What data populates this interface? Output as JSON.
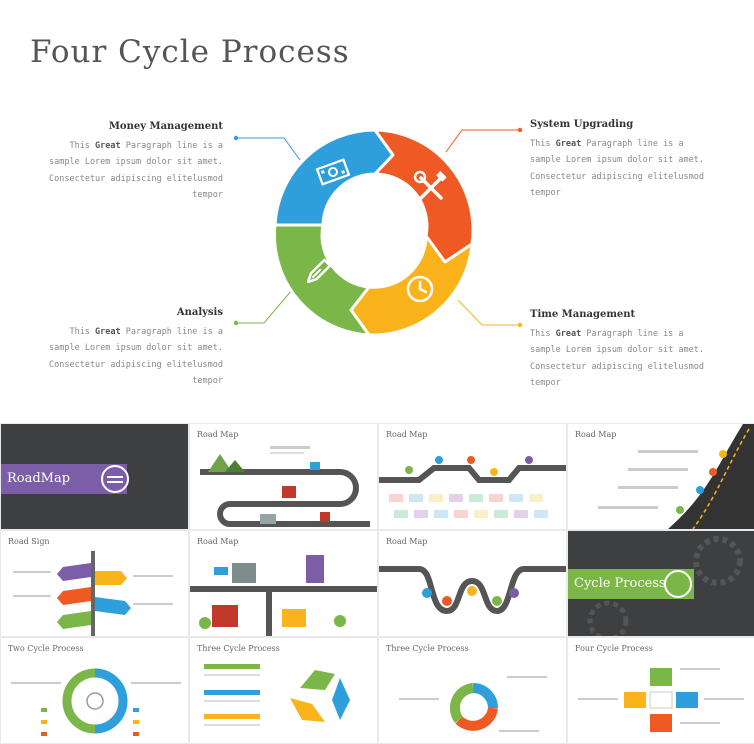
{
  "slide": {
    "title": "Four Cycle Process",
    "items": [
      {
        "heading": "Money Management",
        "body_pre": "This ",
        "body_bold": "Great",
        "body_post": " Paragraph line is a sample Lorem ipsum dolor sit amet. Consectetur adipiscing elitelusmod tempor",
        "color": "#2e9fdb",
        "icon": "money-icon"
      },
      {
        "heading": "System Upgrading",
        "body_pre": "This ",
        "body_bold": "Great",
        "body_post": " Paragraph line is a sample Lorem ipsum dolor sit amet. Consectetur adipiscing elitelusmod tempor",
        "color": "#ef5a24",
        "icon": "tools-icon"
      },
      {
        "heading": "Analysis",
        "body_pre": "This ",
        "body_bold": "Great",
        "body_post": " Paragraph line is a sample Lorem ipsum dolor sit amet. Consectetur adipiscing elitelusmod tempor",
        "color": "#7ab648",
        "icon": "pen-icon"
      },
      {
        "heading": "Time Management",
        "body_pre": "This ",
        "body_bold": "Great",
        "body_post": " Paragraph line is a sample Lorem ipsum dolor sit amet. Consectetur adipiscing elitelusmod tempor",
        "color": "#fbb31b",
        "icon": "clock-icon"
      }
    ]
  },
  "thumbnails": [
    {
      "title": "RoadMap"
    },
    {
      "title": "Road Map"
    },
    {
      "title": "Road Map"
    },
    {
      "title": "Road Map"
    },
    {
      "title": "Road Sign"
    },
    {
      "title": "Road Map"
    },
    {
      "title": "Road Map"
    },
    {
      "title": "Cycle Process"
    },
    {
      "title": "Two Cycle Process"
    },
    {
      "title": "Three Cycle Process"
    },
    {
      "title": "Three Cycle Process"
    },
    {
      "title": "Four Cycle Process"
    }
  ],
  "colors": {
    "blue": "#2e9fdb",
    "orange": "#ef5a24",
    "green": "#7ab648",
    "yellow": "#fbb31b",
    "purple": "#7b5ea7",
    "dark": "#3d3f41"
  }
}
